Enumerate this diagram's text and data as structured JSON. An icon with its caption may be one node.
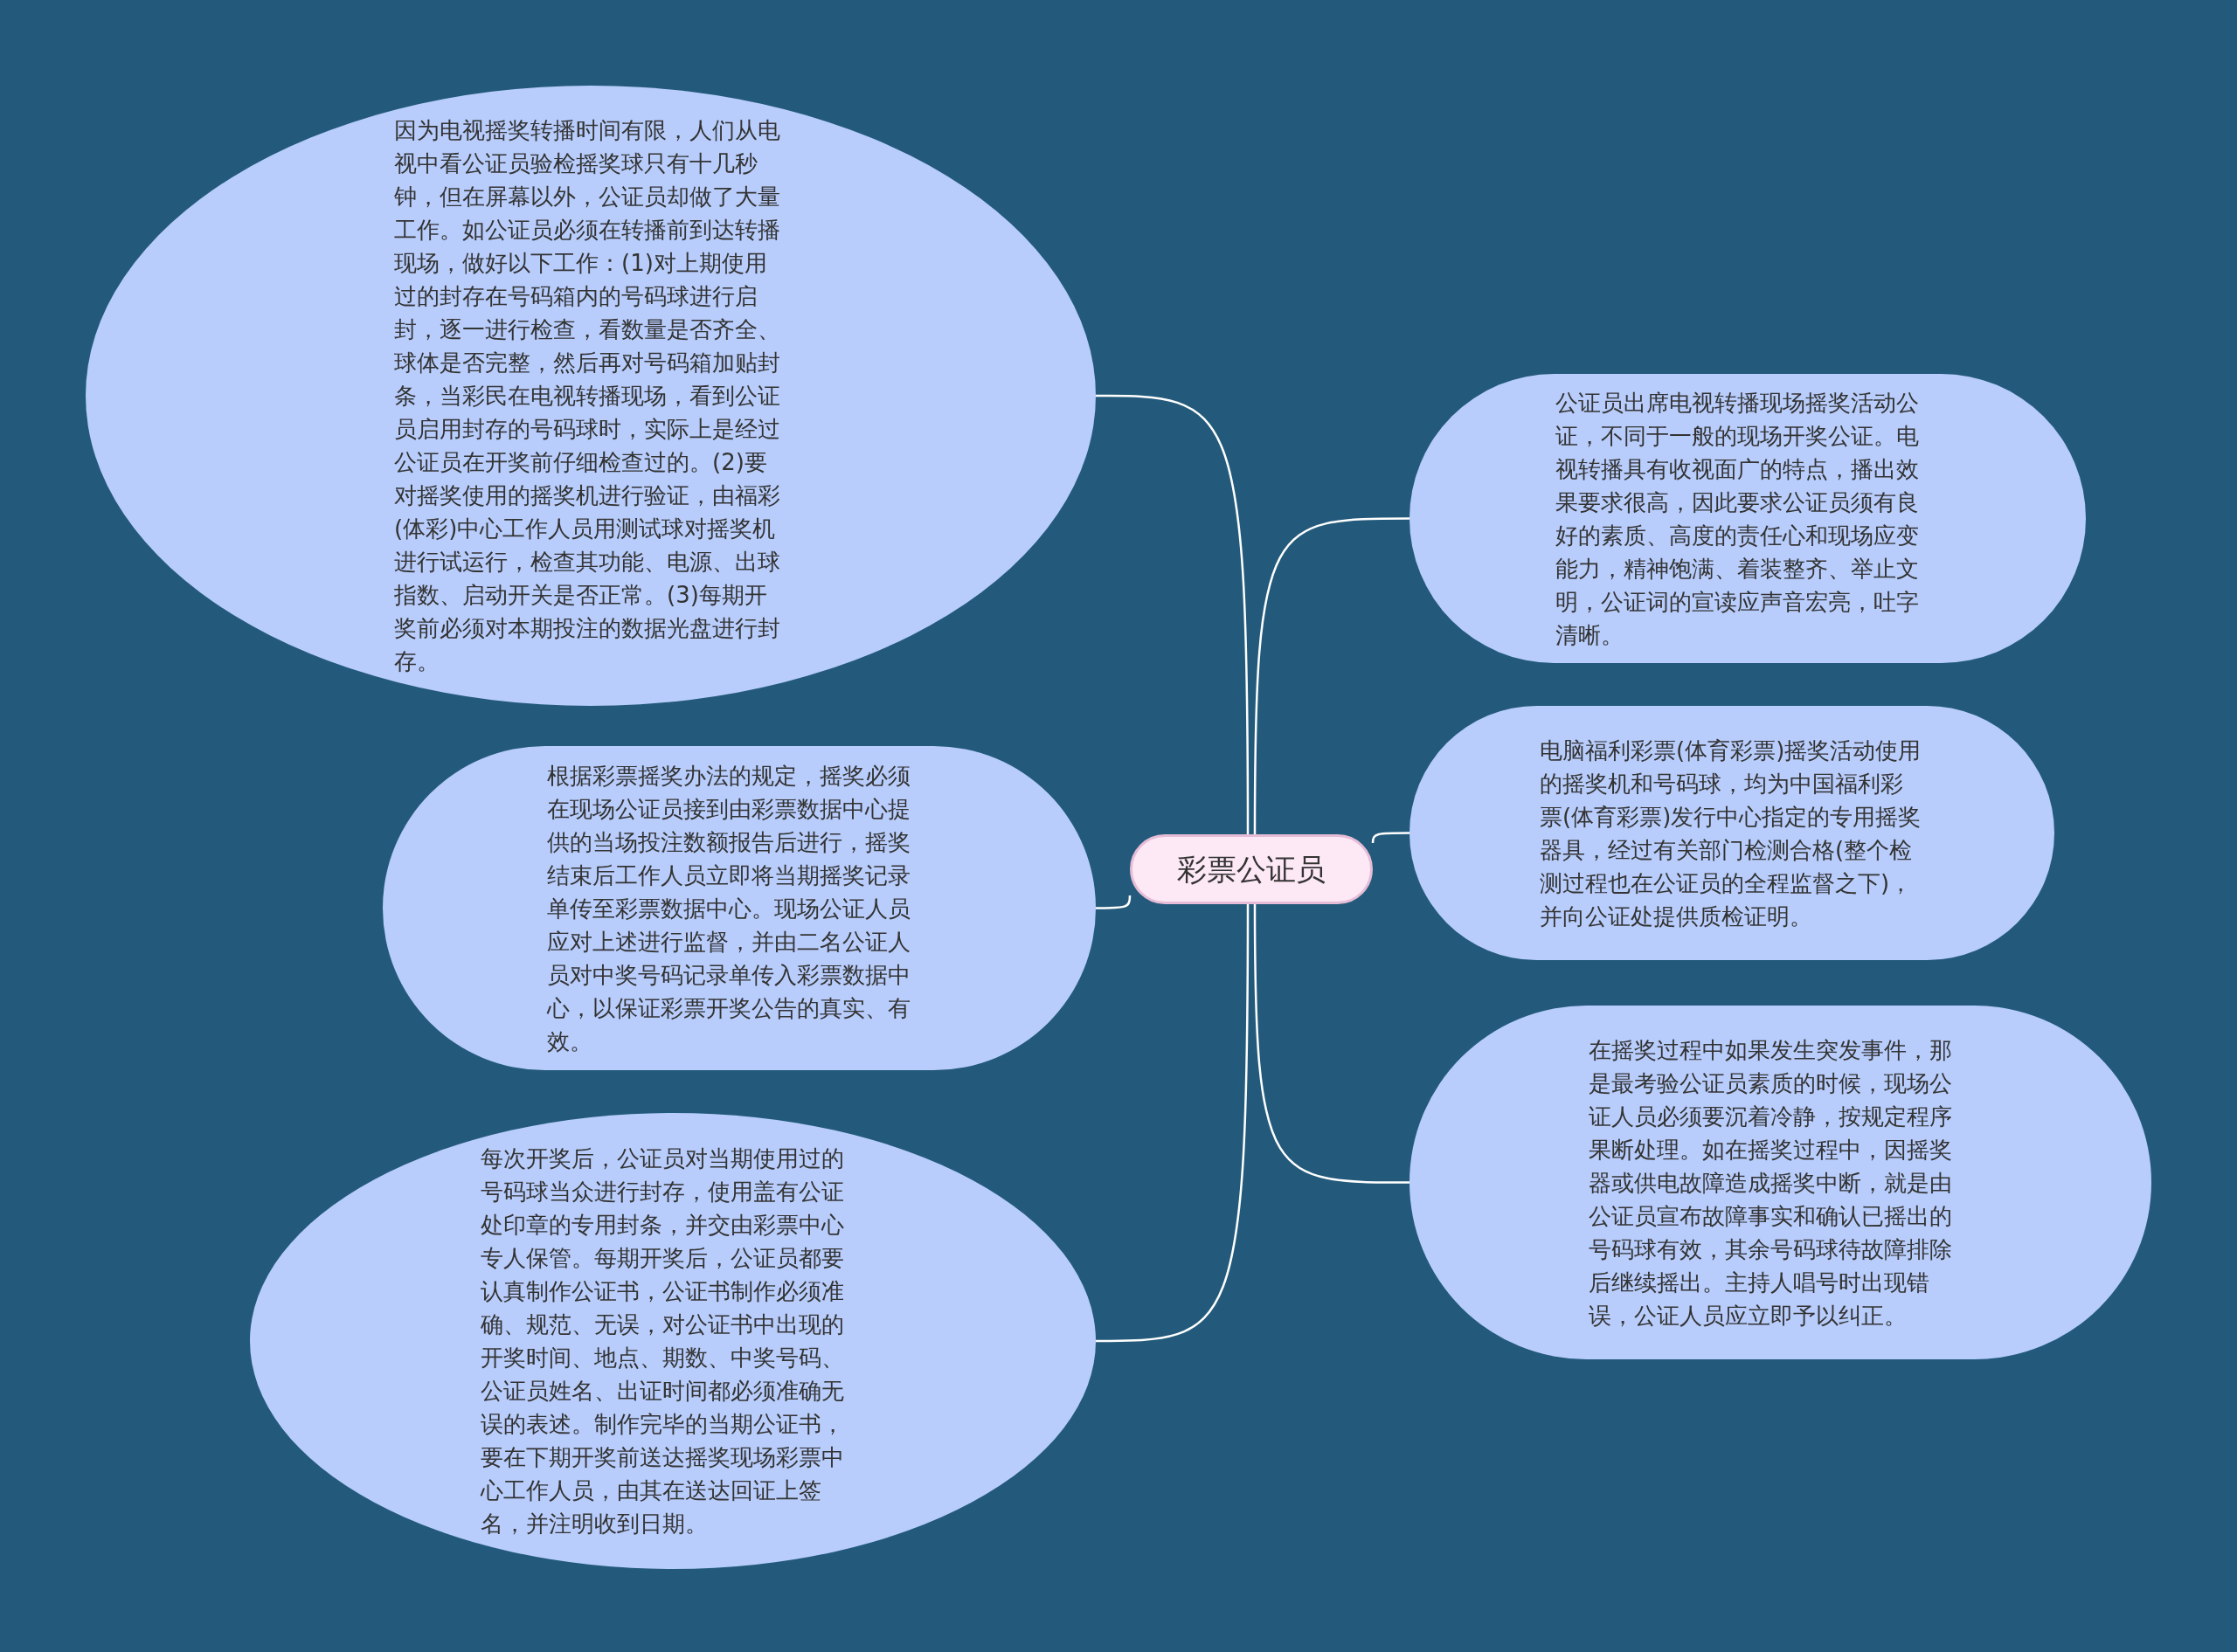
{
  "diagram": {
    "nodes": [
      {
        "text": [
          "彩票公证员"
        ]
      },
      {
        "text": [
          "因为电视摇奖转播时间有限，人们从电视中看公证员验检摇奖球只有十几秒钟，但在屏幕以外，公证员却做了大量工作。如公证员必须在转播前到达转播现场，做好以下工作：(1)对上期使用过的封存在号码箱内的号码球进行启封，逐一进行检查，看数量是否齐全、球体是否完整，然后再对号码箱加贴封条，当彩民在电视转播现场，看到公证员启用封存的号码球时，实际上是经过公证员在开奖前仔细检查过的。(2)要对摇奖使用的摇奖机进行验证，由福彩(体彩)中心工作人员用测试球对摇奖机进行试运行，检查其功能、电源、出球指数、启动开关是否正常。(3)每期开奖前必须对本期投注的数据光盘进行封存。"
        ]
      },
      {
        "text": [
          "公证员出席电视转播现场摇奖活动公证，不同于一般的现场开奖公证。电视转播具有收视面广的特点，播出效果要求很高，因此要求公证员须有良好的素质、高度的责任心和现场应变能力，精神饱满、着装整齐、举止文明，公证词的宣读应声音宏亮，吐字清晰。"
        ]
      },
      {
        "text": [
          "电脑福利彩票(体育彩票)摇奖活动使用的摇奖机和号码球，均为中国福利彩票(体育彩票)发行中心指定的专用摇奖器具，经过有关部门检测合格(整个检测过程也在公证员的全程监督之下)，并向公证处提供质检证明。"
        ]
      },
      {
        "text": [
          "根据彩票摇奖办法的规定，摇奖必须在现场公证员接到由彩票数据中心提供的当场投注数额报告后进行，摇奖结束后工作人员立即将当期摇奖记录单传至彩票数据中心。现场公证人员应对上述进行监督，并由二名公证人员对中奖号码记录单传入彩票数据中心，以保证彩票开奖公告的真实、有效。"
        ]
      },
      {
        "text": [
          "在摇奖过程中如果发生突发事件，那是最考验公证员素质的时候，现场公证人员必须要沉着冷静，按规定程序果断处理。如在摇奖过程中，因摇奖器或供电故障造成摇奖中断，就是由公证员宣布故障事实和确认已摇出的号码球有效，其余号码球待故障排除后继续摇出。主持人唱号时出现错误，公证人员应立即予以纠正。"
        ]
      },
      {
        "text": [
          "每次开奖后，公证员对当期使用过的号码球当众进行封存，使用盖有公证处印章的专用封条，并交由彩票中心专人保管。每期开奖后，公证员都要认真制作公证书，公证书制作必须准确、规范、无误，对公证书中出现的开奖时间、地点、期数、中奖号码、公证员姓名、出证时间都必须准确无误的表述。制作完毕的当期公证书，要在下期开奖前送达摇奖现场彩票中心工作人员，由其在送达回证上签名，并注明收到日期。"
        ]
      }
    ],
    "edges": [
      {
        "from": 0,
        "to": 1,
        "arrow": "none"
      },
      {
        "from": 0,
        "to": 2,
        "arrow": "none"
      },
      {
        "from": 0,
        "to": 3,
        "arrow": "none"
      },
      {
        "from": 0,
        "to": 4,
        "arrow": "none"
      },
      {
        "from": 0,
        "to": 5,
        "arrow": "none"
      },
      {
        "from": 0,
        "to": 6,
        "arrow": "none"
      }
    ]
  }
}
